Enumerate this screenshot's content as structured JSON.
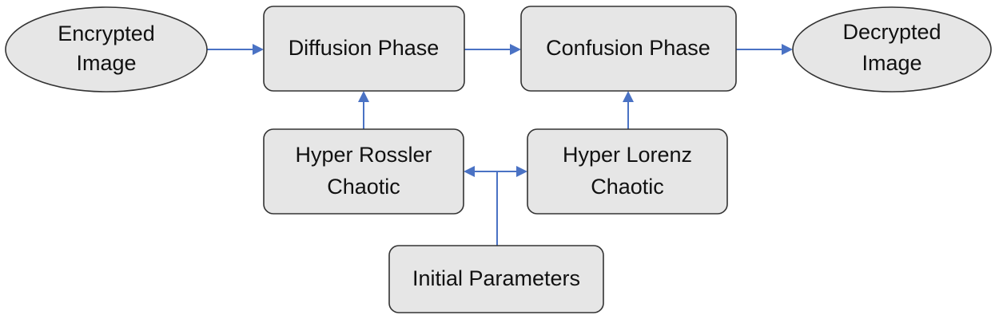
{
  "diagram": {
    "nodes": {
      "encrypted_image": {
        "line1": "Encrypted",
        "line2": "Image"
      },
      "diffusion_phase": {
        "label": "Diffusion Phase"
      },
      "confusion_phase": {
        "label": "Confusion Phase"
      },
      "decrypted_image": {
        "line1": "Decrypted",
        "line2": "Image"
      },
      "hyper_rossler": {
        "line1": "Hyper Rossler",
        "line2": "Chaotic"
      },
      "hyper_lorenz": {
        "line1": "Hyper Lorenz",
        "line2": "Chaotic"
      },
      "initial_parameters": {
        "label": "Initial Parameters"
      }
    },
    "colors": {
      "node_fill": "#e6e6e6",
      "node_stroke": "#333333",
      "edge": "#4a72c4",
      "text": "#111111"
    }
  }
}
